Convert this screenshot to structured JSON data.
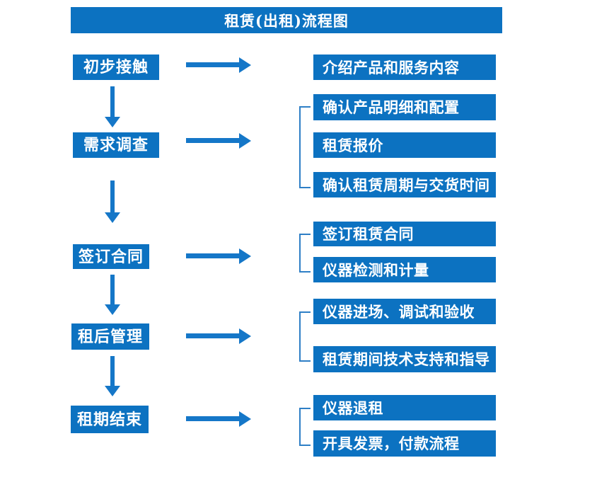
{
  "title": "租赁(出租)流程图",
  "colors": {
    "box_blue": "#0c72c1",
    "arrow_blue": "#1577c8",
    "bracket_blue": "#2e7fc6",
    "text_white": "#ffffff",
    "background": "#ffffff"
  },
  "steps": [
    {
      "label": "初步接触",
      "details": [
        "介绍产品和服务内容"
      ]
    },
    {
      "label": "需求调查",
      "details": [
        "确认产品明细和配置",
        "租赁报价",
        "确认租赁周期与交货时间"
      ]
    },
    {
      "label": "签订合同",
      "details": [
        "签订租赁合同",
        "仪器检测和计量"
      ]
    },
    {
      "label": "租后管理",
      "details": [
        "仪器进场、调试和验收",
        "租赁期间技术支持和指导"
      ]
    },
    {
      "label": "租期结束",
      "details": [
        "仪器退租",
        "开具发票，付款流程"
      ]
    }
  ]
}
